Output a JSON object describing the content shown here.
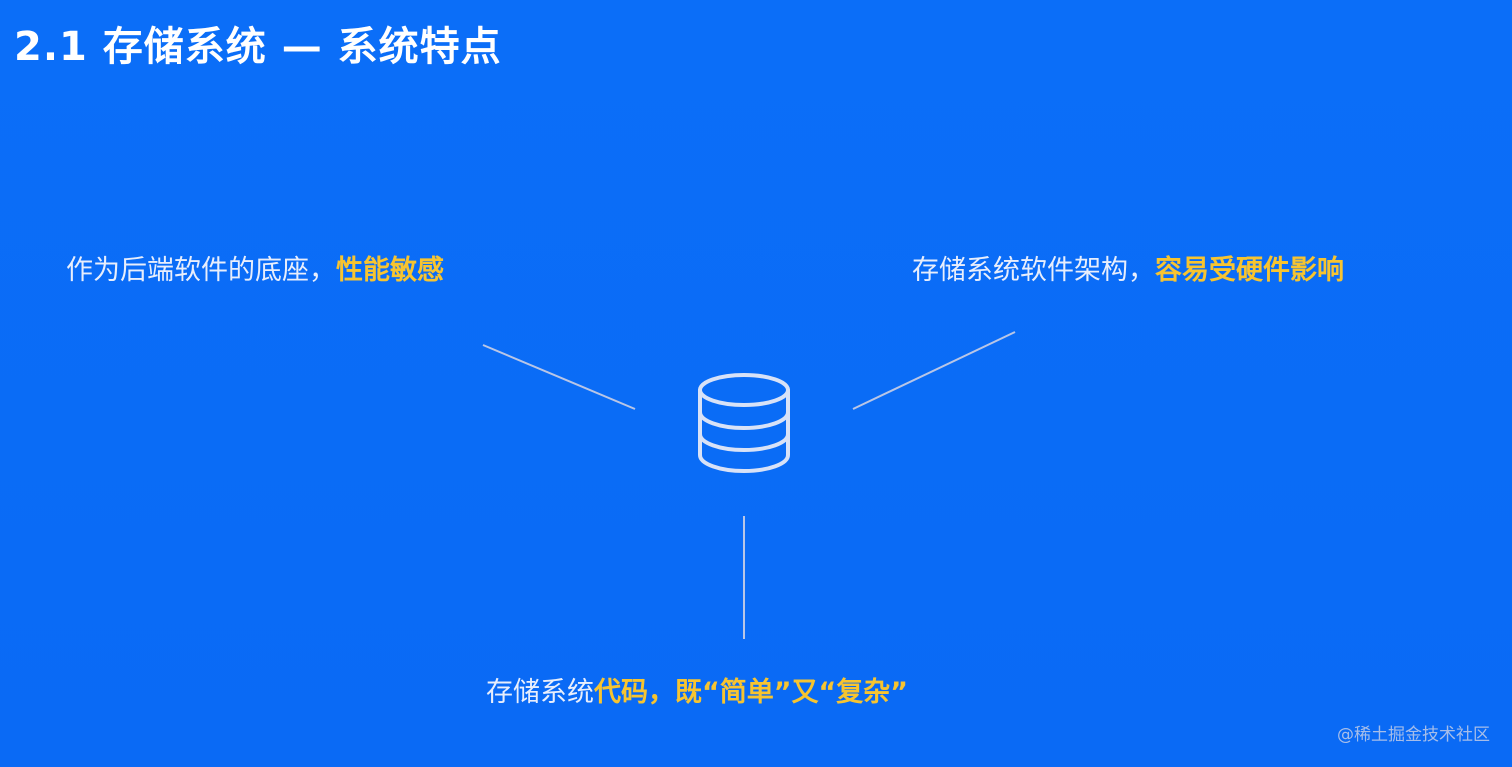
{
  "slide": {
    "title": "2.1 存储系统 — 系统特点",
    "left_caption": {
      "text": "作为后端软件的底座，",
      "highlight": "性能敏感"
    },
    "right_caption": {
      "text": "存储系统软件架构，",
      "highlight": "容易受硬件影响"
    },
    "bottom_caption": {
      "text": "存储系统",
      "highlight": "代码，既“简单”又“复杂”"
    },
    "watermark": "@稀土掘金技术社区",
    "icon": "database-icon",
    "colors": {
      "background": "#0a6cf7",
      "highlight": "#f7c430",
      "text": "#e8eefc"
    }
  }
}
